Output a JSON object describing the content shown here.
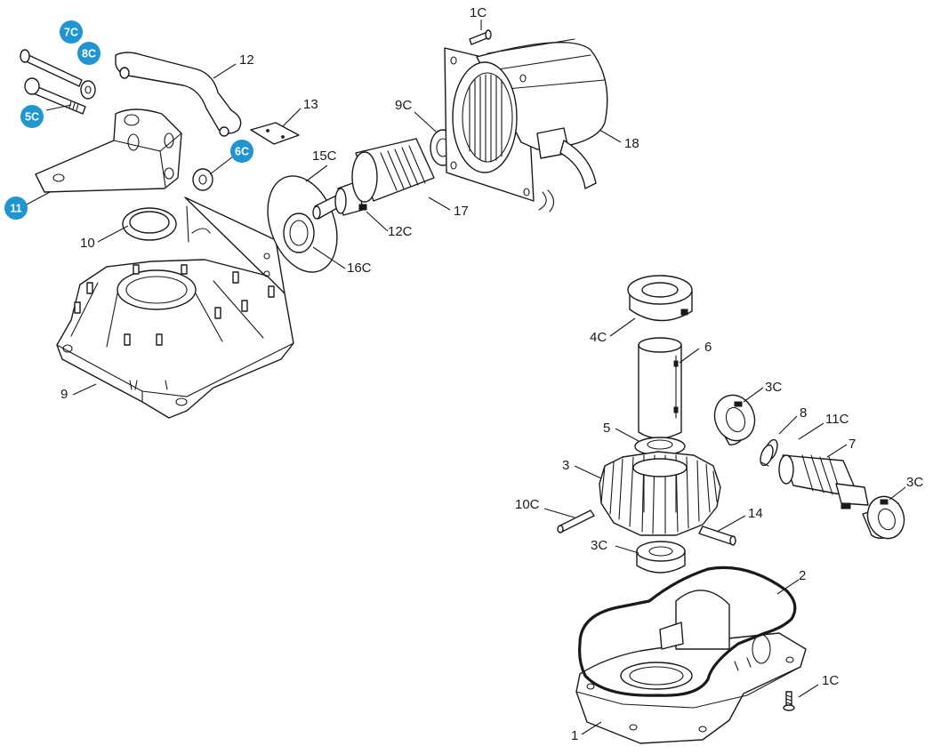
{
  "colors": {
    "line": "#1a1a1a",
    "badge_fill": "#1f96d4",
    "badge_text": "#ffffff",
    "background": "#ffffff"
  },
  "labels": {
    "l_1c_top": "1C",
    "l_12": "12",
    "l_13": "13",
    "l_9c": "9C",
    "l_15c": "15C",
    "l_18": "18",
    "l_17": "17",
    "l_12c": "12C",
    "l_16c": "16C",
    "l_10": "10",
    "l_9": "9",
    "l_4c": "4C",
    "l_6": "6",
    "l_3c_a": "3C",
    "l_8": "8",
    "l_11c": "11C",
    "l_7": "7",
    "l_5": "5",
    "l_3": "3",
    "l_3c_b": "3C",
    "l_10c": "10C",
    "l_14": "14",
    "l_3c_c": "3C",
    "l_2": "2",
    "l_1c_bottom": "1C",
    "l_1": "1"
  },
  "badges": {
    "b_7c": "7C",
    "b_8c": "8C",
    "b_5c": "5C",
    "b_6c": "6C",
    "b_11": "11"
  }
}
